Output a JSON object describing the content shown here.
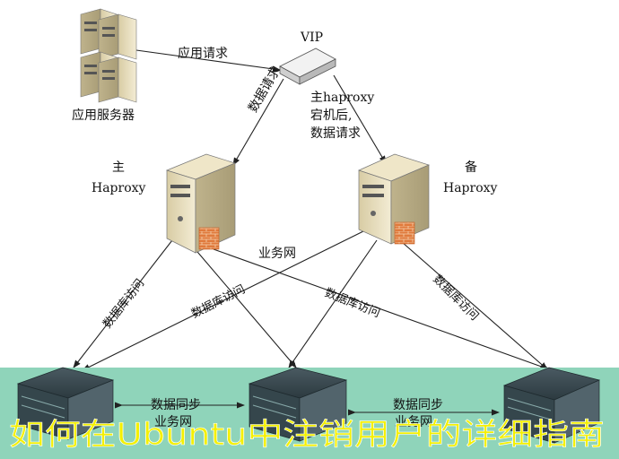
{
  "nodes": {
    "app_servers": "应用服务器",
    "vip": "VIP",
    "master_line1": "主",
    "master_line2": "Haproxy",
    "backup_line1": "备",
    "backup_line2": "Haproxy"
  },
  "notes": {
    "app_request": "应用请求",
    "data_request": "数据请求",
    "failover_line1": "主haproxy",
    "failover_line2": "宕机后,",
    "failover_line3": "数据请求",
    "business_net_top": "业务网",
    "db_access": "数据库访问",
    "data_sync_left": "数据同步",
    "data_sync_right": "数据同步",
    "business_net_left": "业务网",
    "business_net_right": "业务网"
  },
  "banner": {
    "text": "如何在Ubuntu中注销用户的详细指南",
    "bg_color": "#8fd4ba",
    "text_color": "#f4f000"
  }
}
